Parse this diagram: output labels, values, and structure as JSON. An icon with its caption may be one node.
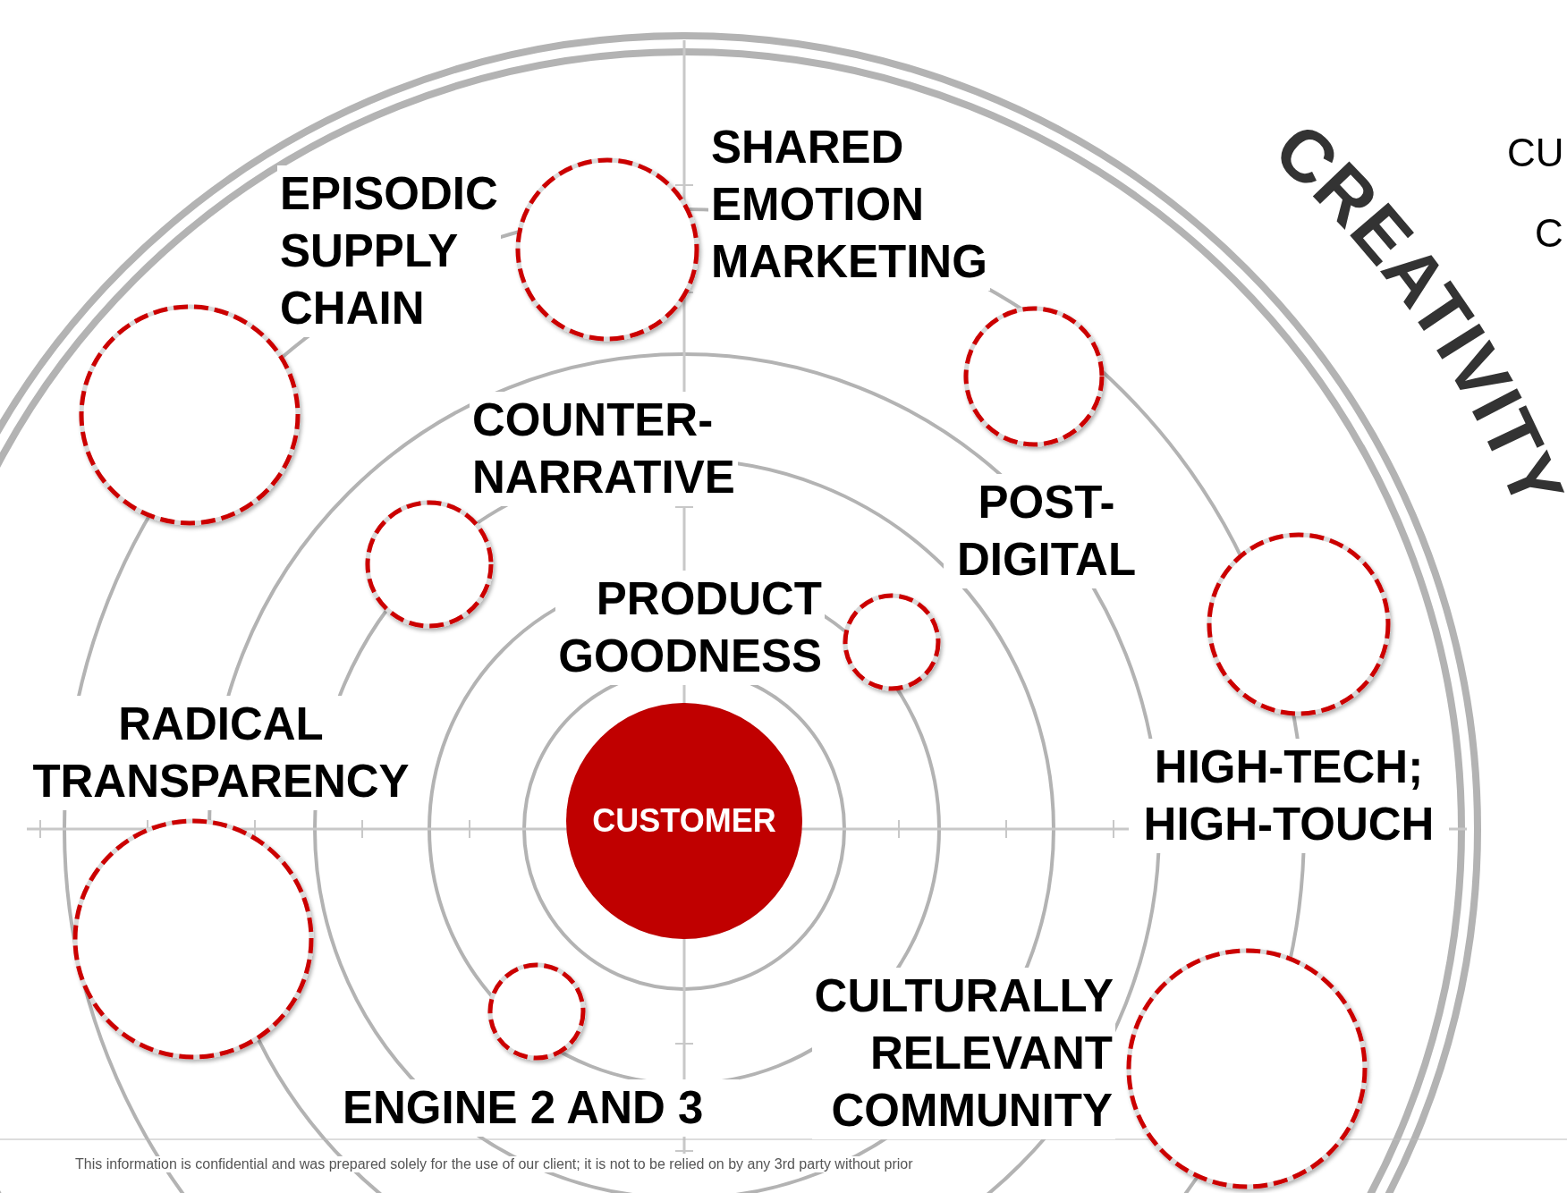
{
  "diagram": {
    "nodes": [
      {
        "text": [],
        "shape": "circle",
        "beside": [
          "SHARED EMOTION MARKETING"
        ]
      },
      {
        "text": [],
        "shape": "circle",
        "beside": [
          "POST-DIGITAL"
        ]
      },
      {
        "text": [],
        "shape": "circle",
        "beside": [
          "EPISODIC SUPPLY CHAIN"
        ]
      },
      {
        "text": [],
        "shape": "circle",
        "beside": [
          "COUNTER-NARRATIVE"
        ]
      },
      {
        "text": [],
        "shape": "circle",
        "beside": [
          "HIGH-TECH; HIGH-TOUCH"
        ]
      },
      {
        "text": [],
        "shape": "circle",
        "beside": [
          "PRODUCT GOODNESS"
        ]
      },
      {
        "text": [
          "CUSTOMER"
        ]
      },
      {
        "text": [],
        "shape": "circle",
        "beside": [
          "RADICAL TRANSPARENCY"
        ]
      },
      {
        "text": [],
        "shape": "circle",
        "beside": [
          "ENGINE 2 AND 3"
        ]
      },
      {
        "text": [],
        "shape": "circle",
        "beside": [
          "CULTURALLY RELEVANT COMMUNITY"
        ]
      }
    ],
    "labels": [
      "CREATIVITY",
      "CU",
      "C",
      "This information is confidential and was prepared solely for the use of our client; it is not to be relied on by any 3rd party without prior"
    ]
  }
}
